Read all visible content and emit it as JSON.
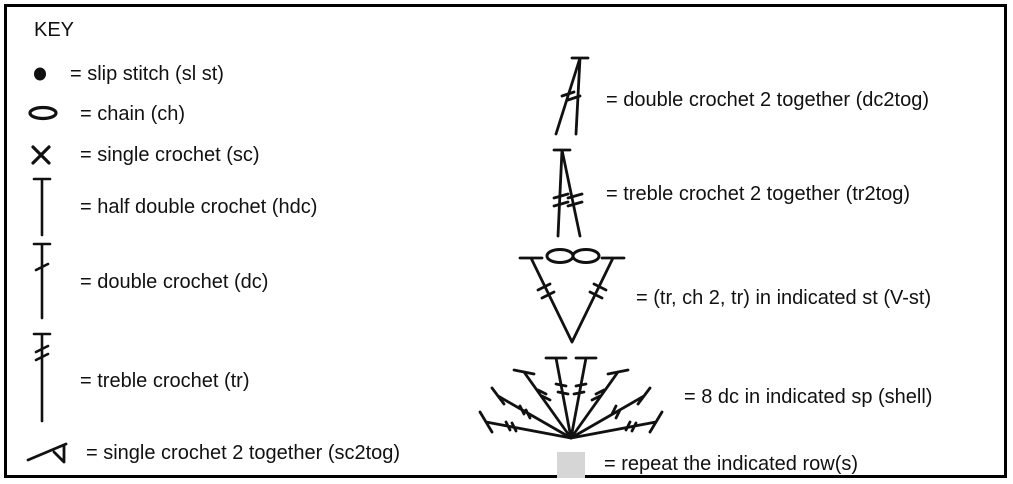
{
  "key": {
    "title": "KEY",
    "items": [
      {
        "id": "sl-st",
        "icon": "slip-stitch-symbol",
        "text": "= slip stitch (sl st)"
      },
      {
        "id": "ch",
        "icon": "chain-symbol",
        "text": "= chain (ch)"
      },
      {
        "id": "sc",
        "icon": "single-crochet-symbol",
        "text": "= single crochet (sc)"
      },
      {
        "id": "hdc",
        "icon": "half-double-crochet-symbol",
        "text": "= half double crochet (hdc)"
      },
      {
        "id": "dc",
        "icon": "double-crochet-symbol",
        "text": "= double crochet (dc)"
      },
      {
        "id": "tr",
        "icon": "treble-crochet-symbol",
        "text": "= treble crochet (tr)"
      },
      {
        "id": "sc2tog",
        "icon": "sc2tog-symbol",
        "text": "= single crochet 2 together (sc2tog)"
      },
      {
        "id": "dc2tog",
        "icon": "dc2tog-symbol",
        "text": "= double crochet 2 together (dc2tog)"
      },
      {
        "id": "tr2tog",
        "icon": "tr2tog-symbol",
        "text": "= treble crochet 2 together (tr2tog)"
      },
      {
        "id": "v-st",
        "icon": "v-stitch-symbol",
        "text": "= (tr, ch 2, tr) in indicated st (V-st)"
      },
      {
        "id": "shell",
        "icon": "shell-symbol",
        "text": "= 8 dc in indicated sp (shell)"
      },
      {
        "id": "repeat",
        "icon": "repeat-swatch",
        "text": "= repeat the indicated row(s)"
      }
    ],
    "swatch_color": "#d6d6d6"
  }
}
